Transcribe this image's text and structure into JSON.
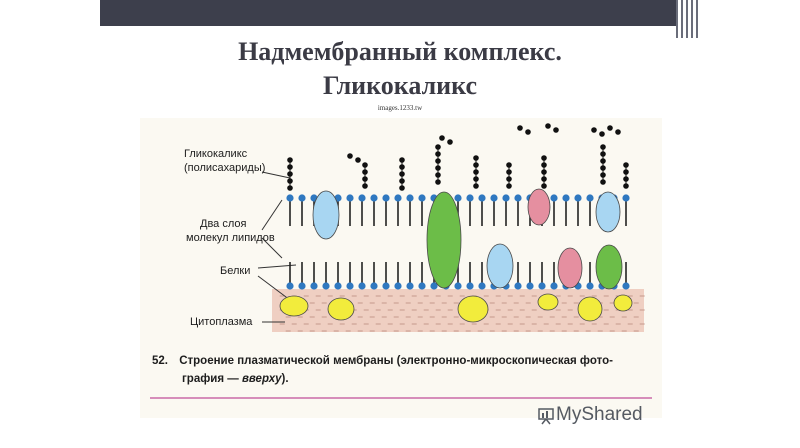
{
  "slide": {
    "title_line1": "Надмембранный комплекс.",
    "title_line2": "Гликокаликс",
    "credit": "images.1233.tw"
  },
  "figure": {
    "labels": {
      "glycocalyx_line1": "Гликокаликс",
      "glycocalyx_line2": "(полисахариды)",
      "lipids_line1": "Два слоя",
      "lipids_line2": "молекул липидов",
      "proteins": "Белки",
      "cytoplasm": "Цитоплазма"
    },
    "caption_number": "52.",
    "caption_line1": "Строение плазматической мембраны (электронно-микроскопическая фото-",
    "caption_line2_a": "графия — ",
    "caption_line2_italic": "вверху",
    "caption_line2_b": ")."
  },
  "watermark": {
    "text": "MyShared",
    "icon": "myshared-logo-icon"
  },
  "colors": {
    "lipid_head": "#2f78c0",
    "protein_blue": "#a8d6f2",
    "protein_green": "#6cbd48",
    "protein_pink": "#e58fa0",
    "protein_yellow": "#f2ec3c",
    "cytoplasm": "#efcfc2",
    "caption_rule": "#c96aa8"
  }
}
